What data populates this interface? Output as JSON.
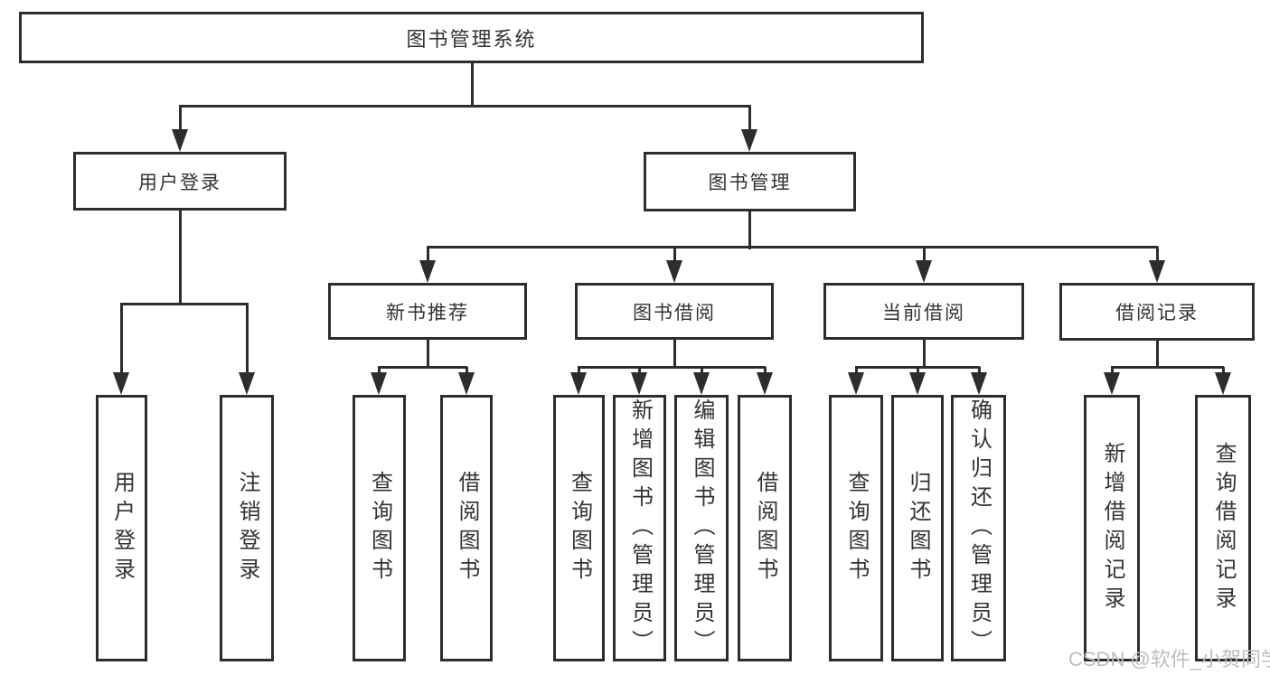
{
  "diagram": {
    "title": "图书管理系统",
    "nodes": {
      "root": {
        "label": "图书管理系统"
      },
      "userLogin": {
        "label": "用户登录"
      },
      "bookManagement": {
        "label": "图书管理"
      },
      "newBookRecommend": {
        "label": "新书推荐"
      },
      "bookBorrow": {
        "label": "图书借阅"
      },
      "currentBorrow": {
        "label": "当前借阅"
      },
      "borrowRecord": {
        "label": "借阅记录"
      },
      "userLoginLeaf": {
        "label": "用户登录"
      },
      "logoutLeaf": {
        "label": "注销登录"
      },
      "nbQueryBooks": {
        "label": "查询图书"
      },
      "nbBorrowBooks": {
        "label": "借阅图书"
      },
      "bbQueryBooks": {
        "label": "查询图书"
      },
      "bbAddBooks": {
        "label": "新增图书（管理员）"
      },
      "bbEditBooks": {
        "label": "编辑图书（管理员）"
      },
      "bbBorrowBooks": {
        "label": "借阅图书"
      },
      "cbQueryBooks": {
        "label": "查询图书"
      },
      "cbReturnBooks": {
        "label": "归还图书"
      },
      "cbConfirmReturn": {
        "label": "确认归还（管理员）"
      },
      "brAddRecord": {
        "label": "新增借阅记录"
      },
      "brQueryRecord": {
        "label": "查询借阅记录"
      }
    },
    "colors": {
      "line": "#2d2d2d",
      "text": "#333333",
      "box_background": "#ffffff",
      "watermark": "#bdbdbd"
    }
  },
  "watermark": {
    "text": "CSDN @软件_小贺同学"
  }
}
